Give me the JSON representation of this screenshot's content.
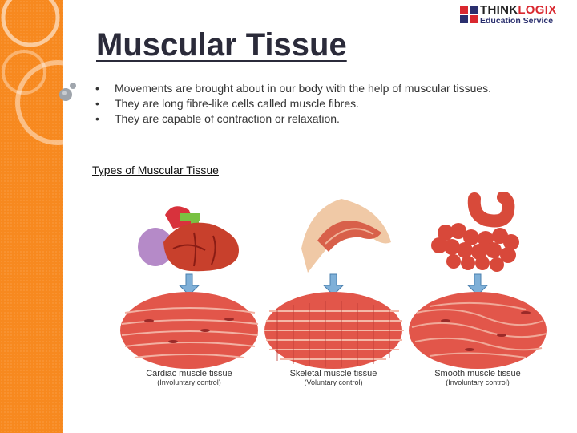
{
  "brand": {
    "name_part1": "THINK",
    "name_part2": "LOGIX",
    "tagline": "Education Service"
  },
  "slide": {
    "title": "Muscular Tissue",
    "bullets": [
      "Movements are brought about in our body with the help of muscular tissues.",
      "They are long fibre-like cells called muscle fibres.",
      "They are capable of contraction or relaxation."
    ],
    "subheading": "Types of Muscular Tissue"
  },
  "figures": [
    {
      "organ": "heart",
      "name": "Cardiac muscle tissue",
      "control": "(Involuntary control)"
    },
    {
      "organ": "arm-muscle",
      "name": "Skeletal muscle tissue",
      "control": "(Voluntary control)"
    },
    {
      "organ": "stomach-intestine",
      "name": "Smooth muscle tissue",
      "control": "(Involuntary control)"
    }
  ],
  "colors": {
    "sidebar": "#f7891f",
    "muscle": "#e2564a",
    "arrow": "#7fb0d8"
  }
}
